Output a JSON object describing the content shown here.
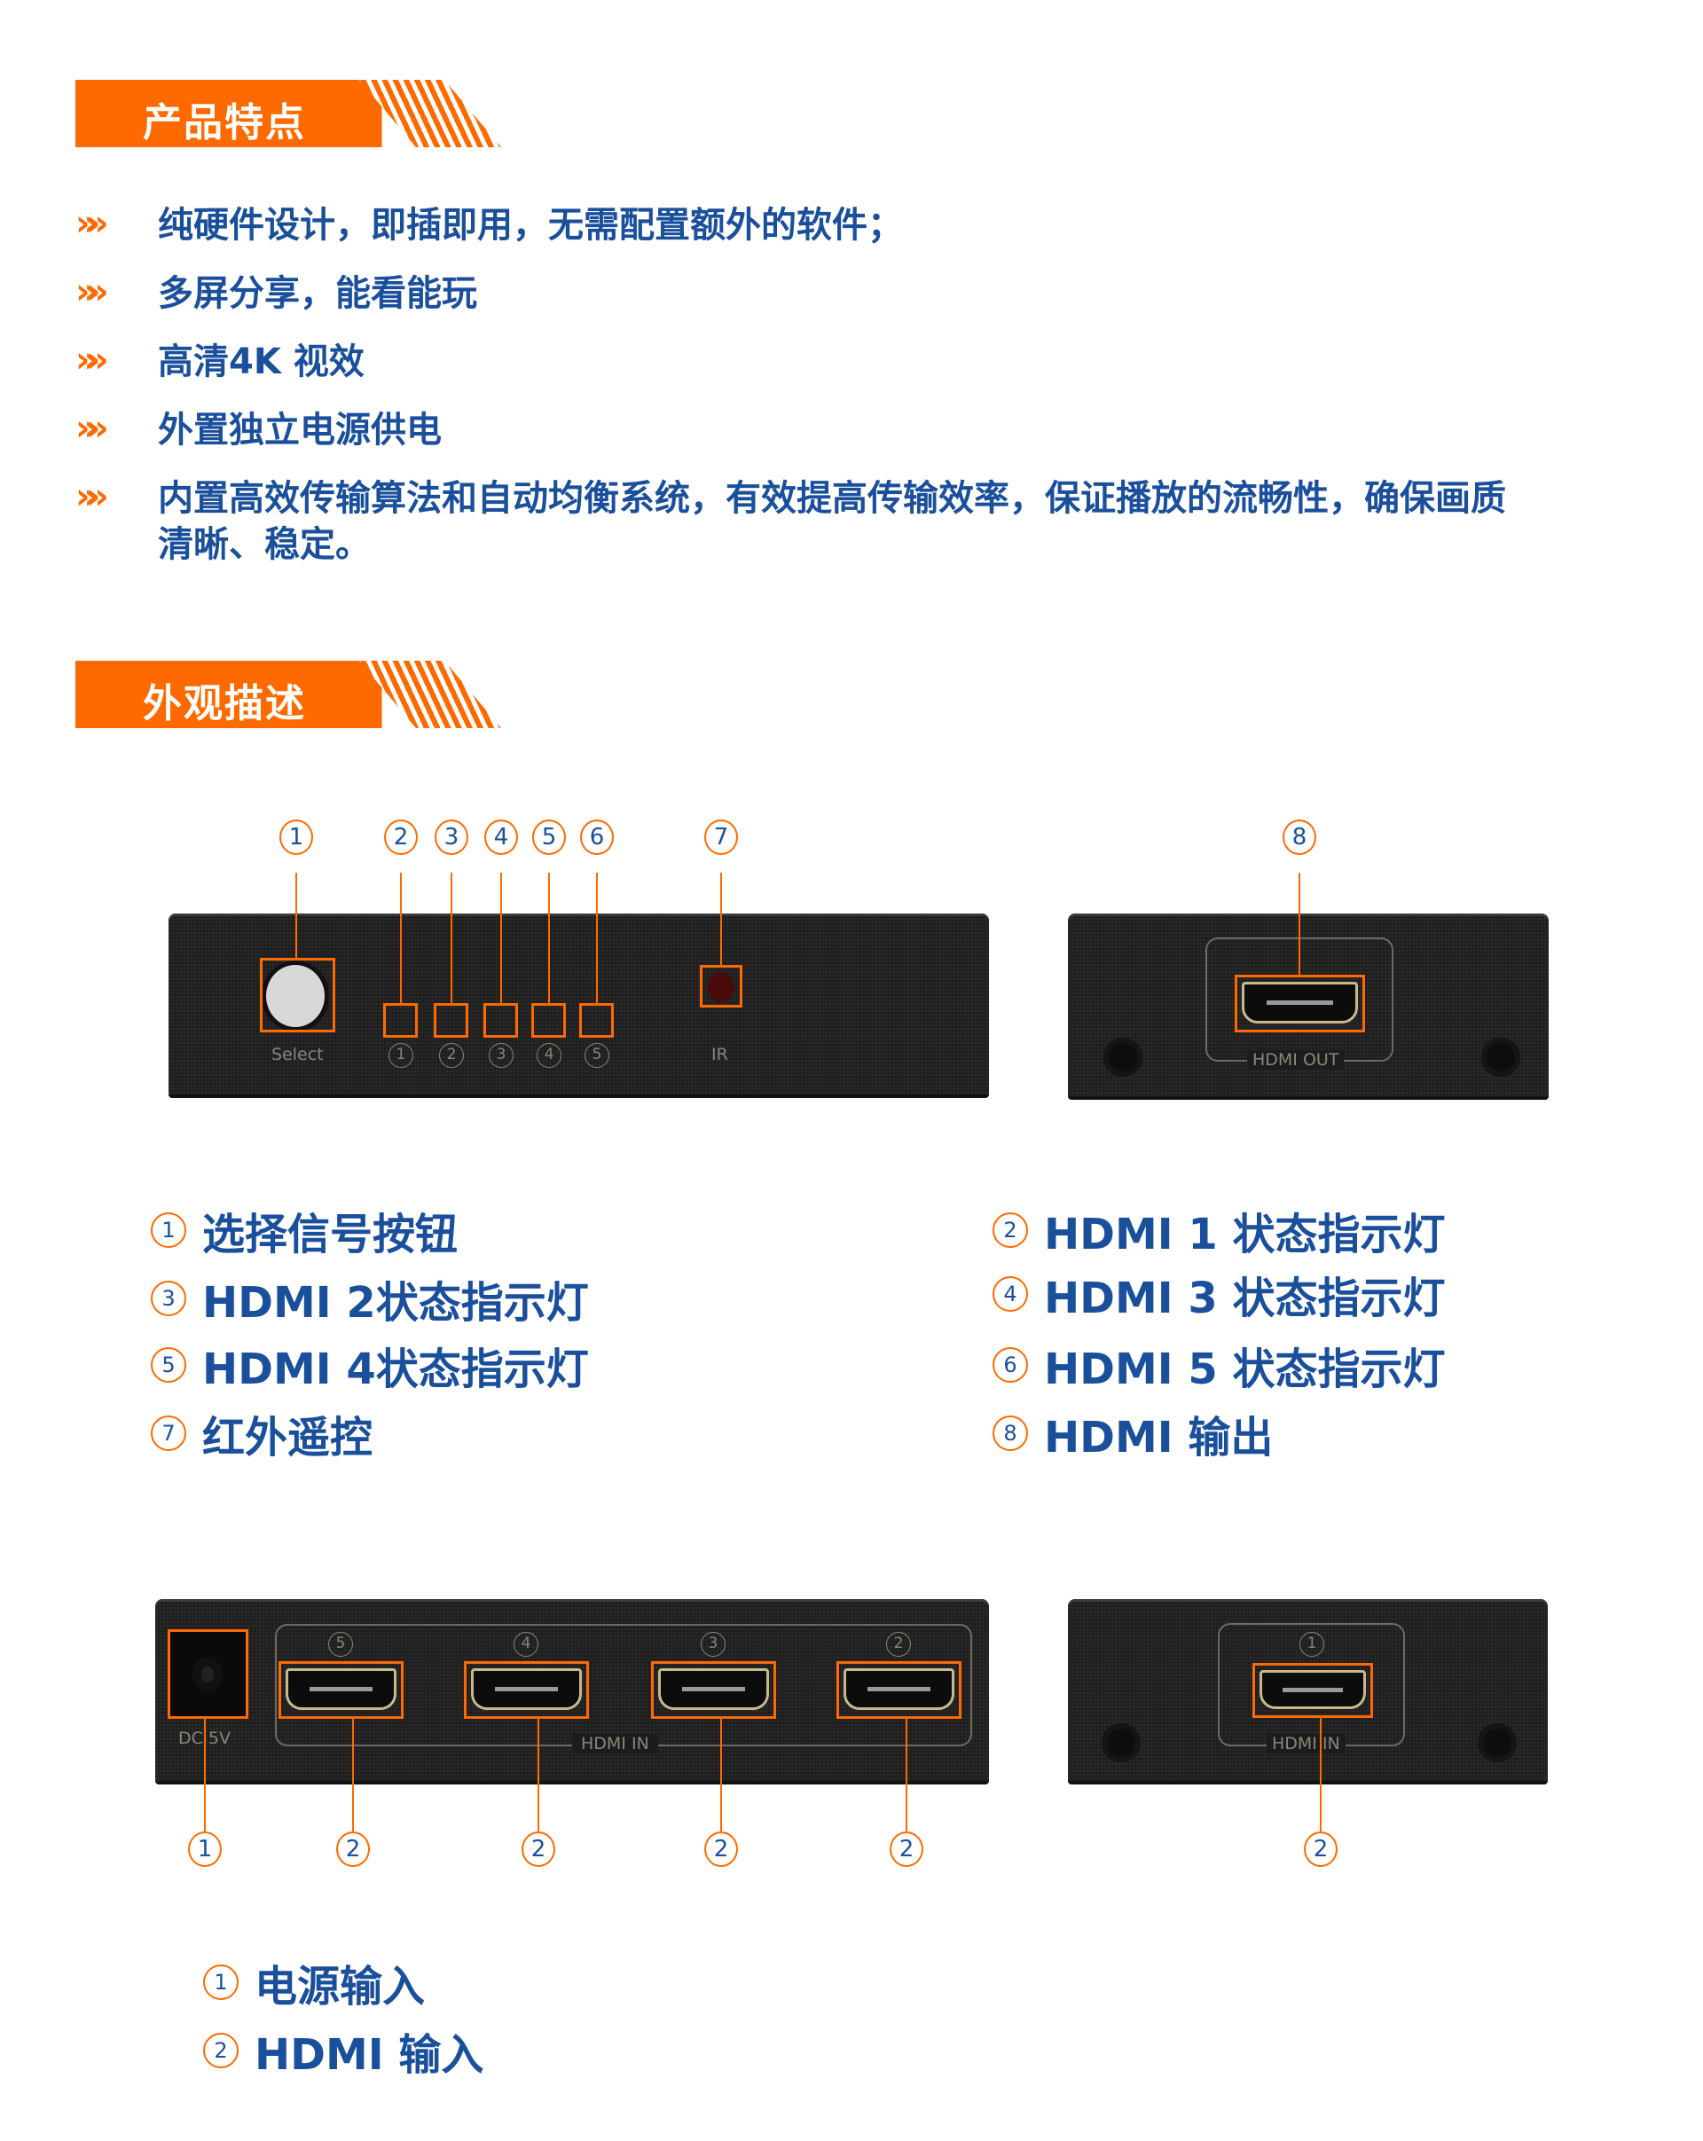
{
  "section1": {
    "title": "产品特点"
  },
  "features": [
    "纯硬件设计，即插即用，无需配置额外的软件；",
    "多屏分享，能看能玩",
    "高清4K 视效",
    "外置独立电源供电",
    "内置高效传输算法和自动均衡系统，有效提高传输效率，保证播放的流畅性，确保画质清晰、稳定。"
  ],
  "bullet_icon": "»»",
  "section2": {
    "title": "外观描述"
  },
  "front": {
    "select_label": "Select",
    "led_labels": [
      "1",
      "2",
      "3",
      "4",
      "5"
    ],
    "ir_label": "IR",
    "hdmi_out_label": "HDMI OUT",
    "callouts": [
      "1",
      "2",
      "3",
      "4",
      "5",
      "6",
      "7",
      "8"
    ]
  },
  "legend1": [
    {
      "n": "1",
      "t": "选择信号按钮"
    },
    {
      "n": "2",
      "t": "HDMI 1 状态指示灯"
    },
    {
      "n": "3",
      "t": "HDMI 2状态指示灯"
    },
    {
      "n": "4",
      "t": "HDMI 3 状态指示灯"
    },
    {
      "n": "5",
      "t": "HDMI 4状态指示灯"
    },
    {
      "n": "6",
      "t": "HDMI 5 状态指示灯"
    },
    {
      "n": "7",
      "t": "红外遥控"
    },
    {
      "n": "8",
      "t": "HDMI 输出"
    }
  ],
  "back": {
    "dc_label": "DC 5V",
    "hdmi_in_label": "HDMI IN",
    "port_labels": [
      "5",
      "4",
      "3",
      "2"
    ],
    "port1_label": "1",
    "callouts": [
      "1",
      "2",
      "2",
      "2",
      "2",
      "2"
    ]
  },
  "legend2": [
    {
      "n": "1",
      "t": "电源输入"
    },
    {
      "n": "2",
      "t": "HDMI 输入"
    }
  ],
  "colors": {
    "accent": "#ff6a00",
    "text": "#1a4f9c"
  }
}
